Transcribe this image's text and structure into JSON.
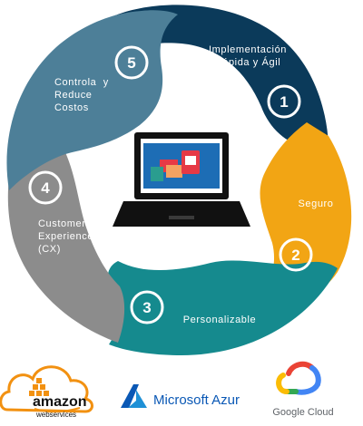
{
  "cycle": {
    "steps": [
      {
        "number": "1",
        "label_lines": [
          "Implementación",
          "Rápida y Ágil"
        ],
        "color": "#0b3a5a"
      },
      {
        "number": "2",
        "label_lines": [
          "Seguro"
        ],
        "color": "#f2a514"
      },
      {
        "number": "3",
        "label_lines": [
          "Personalizable"
        ],
        "color": "#158a8e"
      },
      {
        "number": "4",
        "label_lines": [
          "Customer",
          "Experience",
          "(CX)"
        ],
        "color": "#8c8c8c"
      },
      {
        "number": "5",
        "label_lines": [
          "Controla  y",
          "Reduce",
          "Costos"
        ],
        "color": "#4d7f98"
      }
    ],
    "center_icon": "laptop-with-ecommerce-screen-icon"
  },
  "logos": {
    "aws": {
      "word": "amazon",
      "sub": "webservices",
      "color": "#f29111",
      "icon": "aws-cloud-cubes-icon"
    },
    "azure": {
      "text": "Microsoft Azur",
      "color": "#0a58b5",
      "icon": "azure-a-icon"
    },
    "gcp": {
      "text": "Google Cloud",
      "color": "#5f6368",
      "icon": "google-cloud-icon"
    }
  }
}
